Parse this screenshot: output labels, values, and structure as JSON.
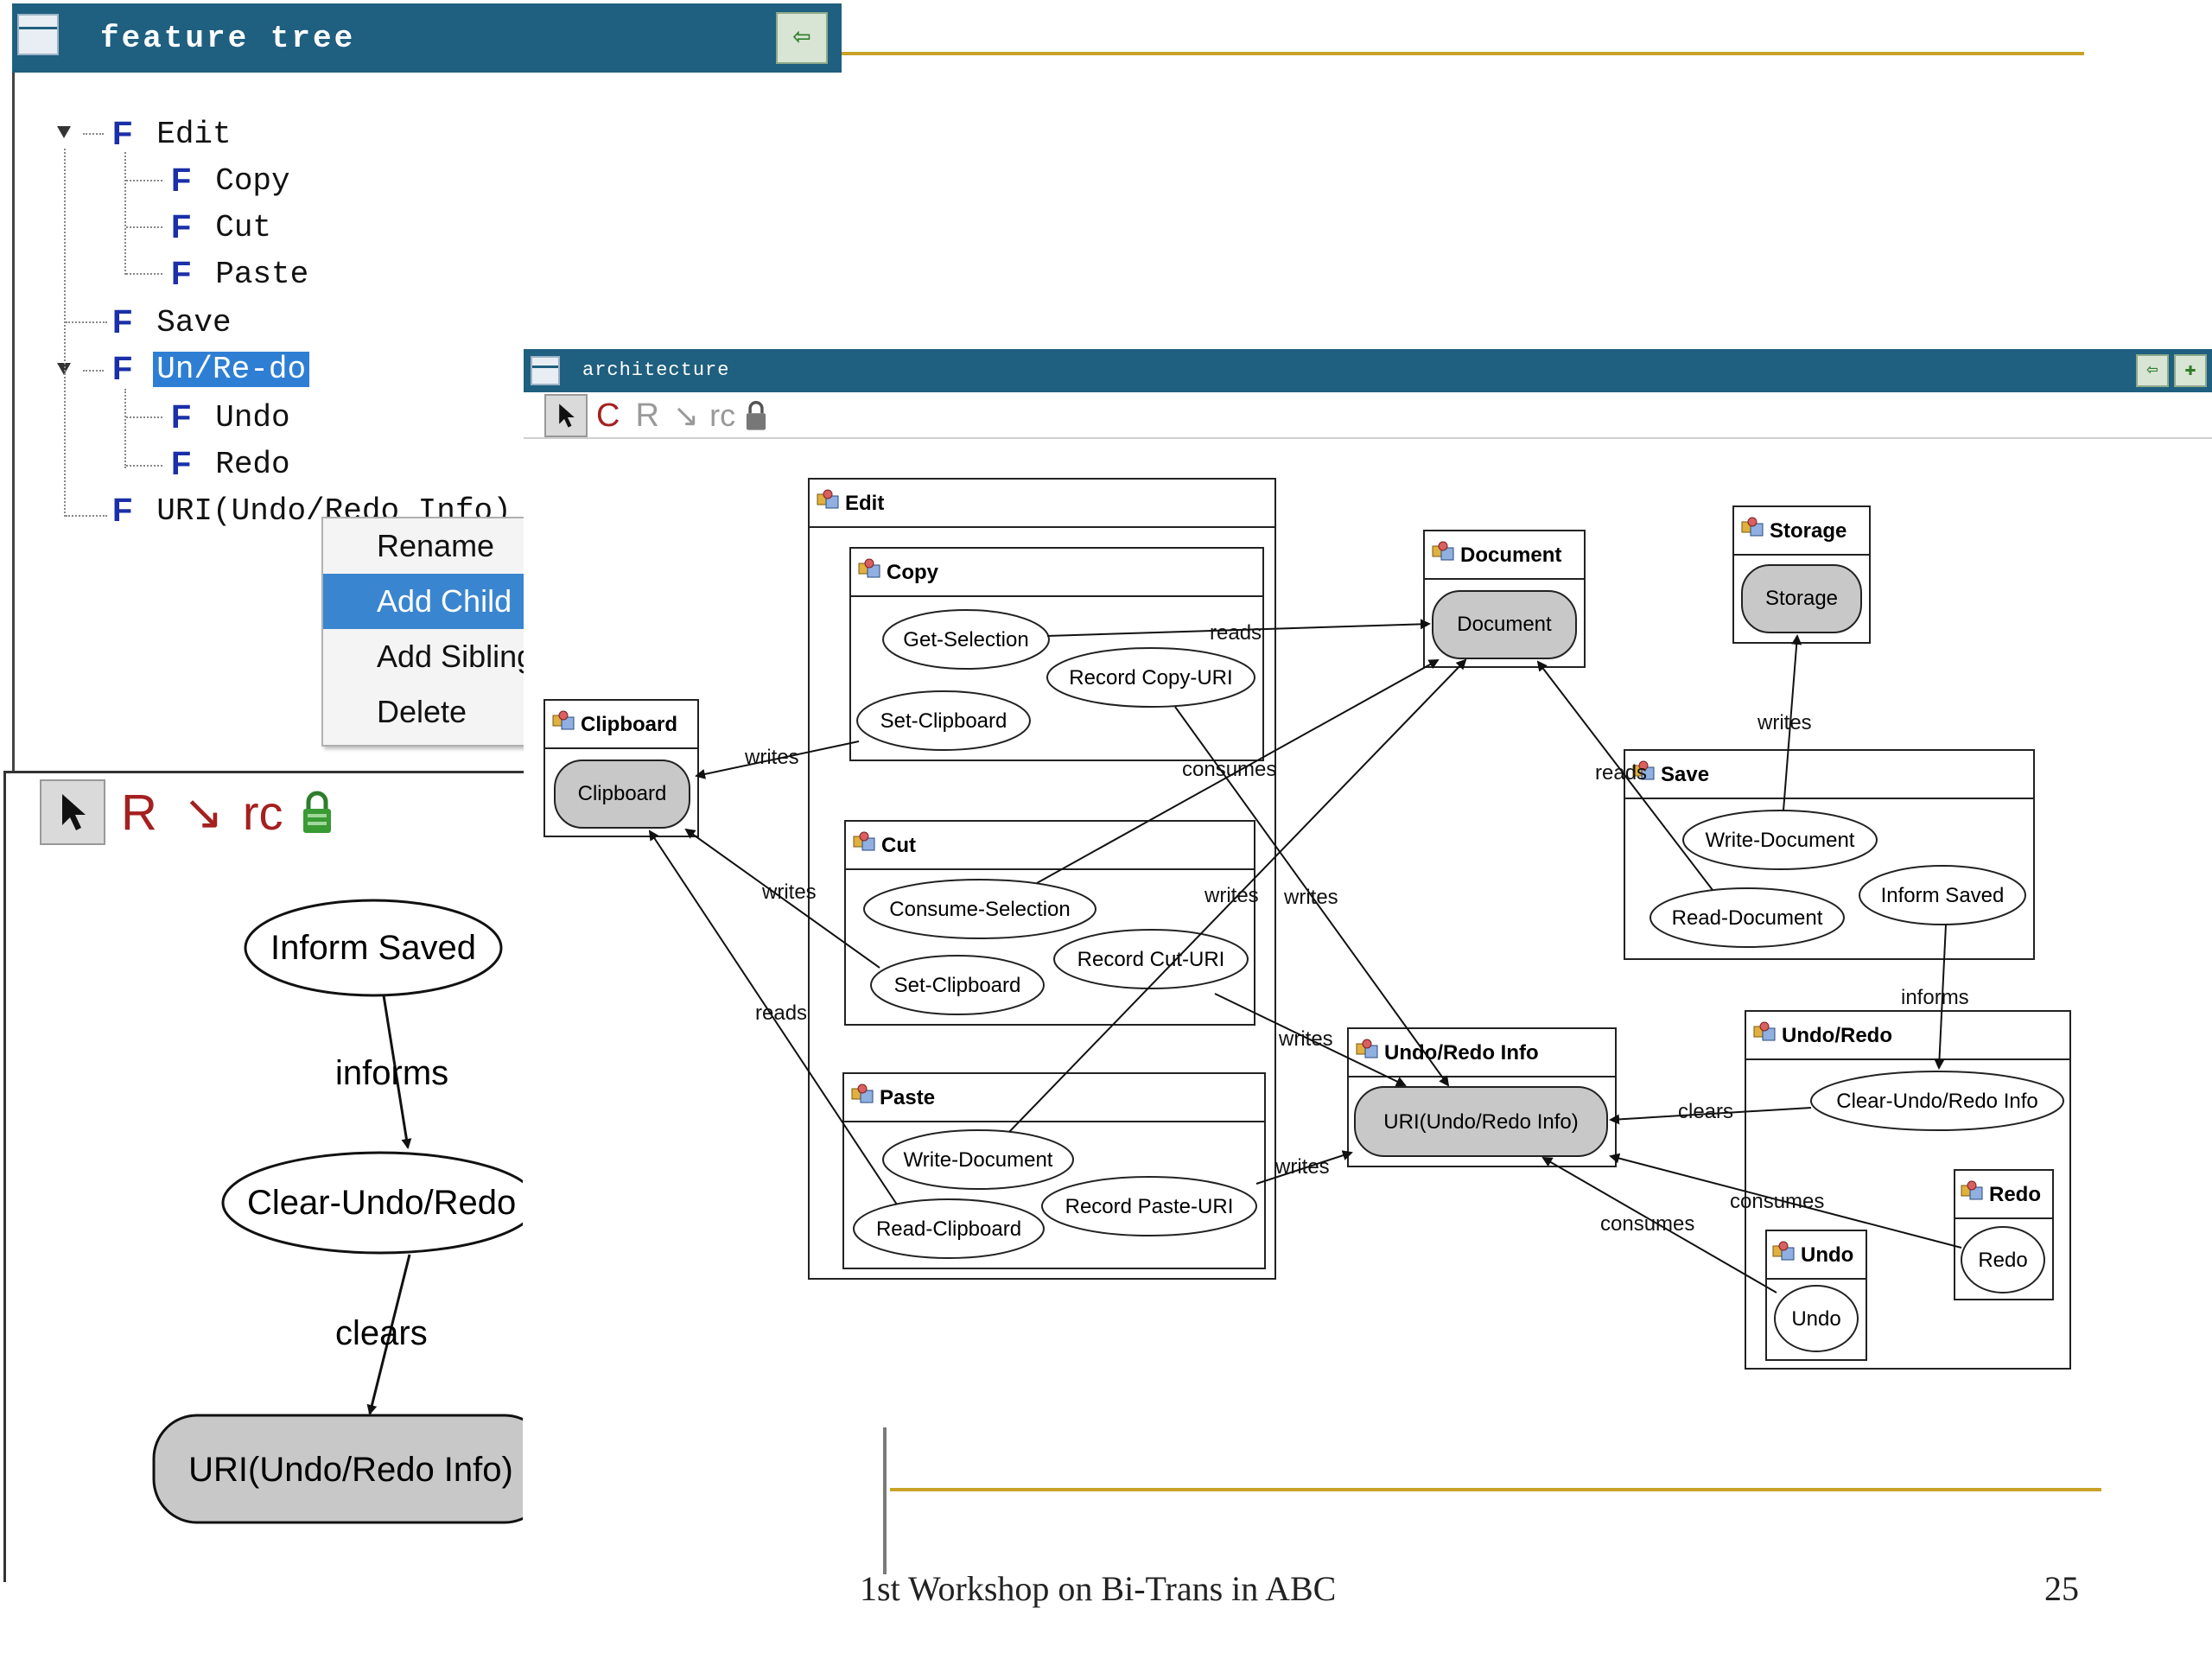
{
  "feature_tree": {
    "title": "feature tree",
    "marker": "F",
    "items": [
      {
        "label": "Edit"
      },
      {
        "label": "Copy"
      },
      {
        "label": "Cut"
      },
      {
        "label": "Paste"
      },
      {
        "label": "Save"
      },
      {
        "label": "Un/Re-do",
        "selected": true
      },
      {
        "label": "Undo"
      },
      {
        "label": "Redo"
      },
      {
        "label": "URI(Undo/Redo Info)"
      }
    ]
  },
  "context_menu": {
    "items": [
      {
        "label": "Rename"
      },
      {
        "label": "Add Child",
        "active": true
      },
      {
        "label": "Add Sibling"
      },
      {
        "label": "Delete"
      }
    ]
  },
  "detail_view": {
    "toolbar": {
      "r": "R",
      "rc": "rc"
    },
    "nodes": {
      "inform": "Inform Saved",
      "clear": "Clear-Undo/Redo",
      "uri": "URI(Undo/Redo Info)"
    },
    "edges": {
      "informs": "informs",
      "clears": "clears"
    }
  },
  "architecture": {
    "title": "architecture",
    "toolbar": {
      "c": "C",
      "r": "R",
      "rc": "rc"
    },
    "boxes": {
      "edit": "Edit",
      "copy": "Copy",
      "cut": "Cut",
      "paste": "Paste",
      "clipboard": "Clipboard",
      "document": "Document",
      "storage": "Storage",
      "save": "Save",
      "undoredo_info": "Undo/Redo Info",
      "undoredo": "Undo/Redo",
      "redo": "Redo",
      "undo": "Undo"
    },
    "nodes": {
      "get_selection": "Get-Selection",
      "record_copy": "Record Copy-URI",
      "set_clipboard_copy": "Set-Clipboard",
      "consume_selection": "Consume-Selection",
      "record_cut": "Record Cut-URI",
      "set_clipboard_cut": "Set-Clipboard",
      "write_document_paste": "Write-Document",
      "read_clipboard": "Read-Clipboard",
      "record_paste": "Record Paste-URI",
      "clipboard": "Clipboard",
      "document": "Document",
      "storage": "Storage",
      "write_document_save": "Write-Document",
      "read_document": "Read-Document",
      "inform_saved": "Inform Saved",
      "uri": "URI(Undo/Redo Info)",
      "clear_undo": "Clear-Undo/Redo Info",
      "redo": "Redo",
      "undo": "Undo"
    },
    "edges": {
      "reads": "reads",
      "writes": "writes",
      "consumes": "consumes",
      "clears": "clears",
      "informs": "informs"
    }
  },
  "footer": {
    "text": "1st Workshop on Bi-Trans in ABC",
    "page": "25"
  },
  "colors": {
    "titlebar": "#1f5f7f",
    "selection": "#2e7fd4",
    "gold": "#c9a227",
    "node_fill": "#c8c8c8"
  }
}
